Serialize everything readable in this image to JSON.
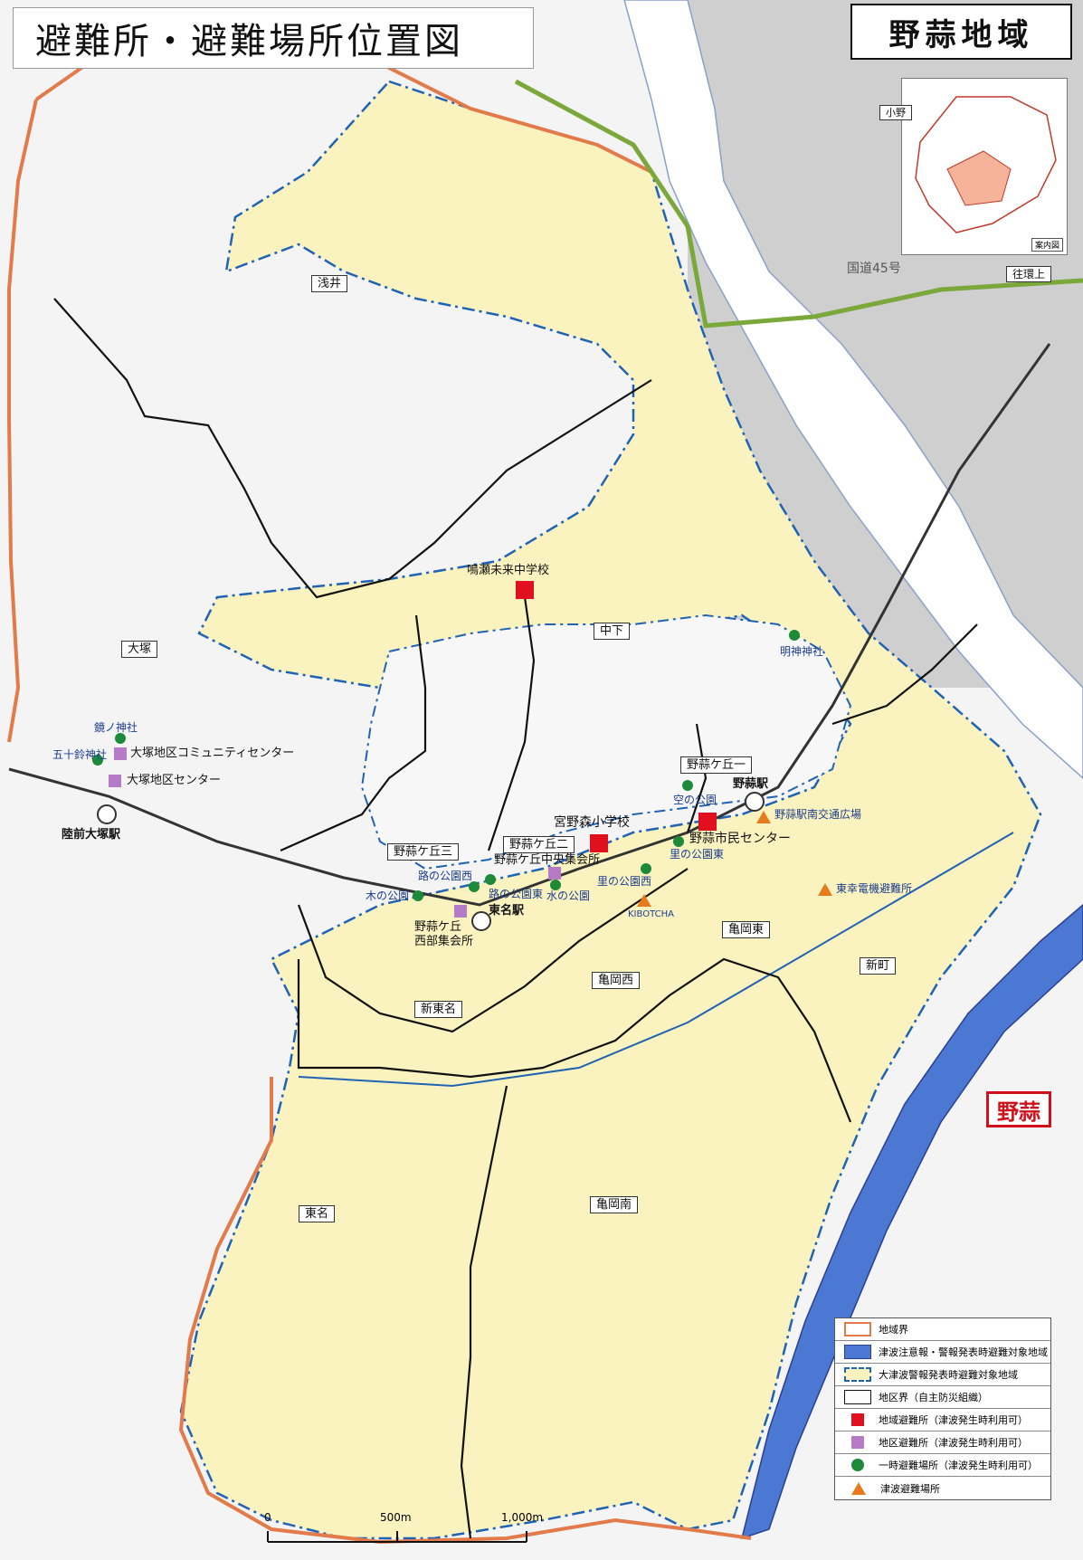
{
  "title": "避難所・避難場所位置図",
  "area_name": "野蒜地域",
  "inset": {
    "label": "案内図"
  },
  "area_tag": "野蒜",
  "map_labels": {
    "road": "国道45号",
    "top_right_1": "小野",
    "top_right_2": "往環上",
    "asai": "浅井",
    "otsuka": "大塚",
    "nakashita": "中下",
    "hill1": "野蒜ケ丘一",
    "hill2": "野蒜ケ丘二",
    "hill3": "野蒜ケ丘三",
    "kameoka_east": "亀岡東",
    "kameoka_west": "亀岡西",
    "kameoka_south": "亀岡南",
    "shin_tona": "新東名",
    "tona": "東名",
    "shinmachi": "新町"
  },
  "facilities": {
    "naruse_school": "鳴瀬未来中学校",
    "miyanomori_school": "宮野森小学校",
    "civic_center": "野蒜市民センター",
    "chuo_hall": "野蒜ケ丘中央集会所",
    "seibu_hall_1": "野蒜ケ丘",
    "seibu_hall_2": "西部集会所",
    "otsuka_community": "大塚地区コミュニティセンター",
    "otsuka_center": "大塚地区センター",
    "myojin": "明神神社",
    "kashima": "鏡ノ神社",
    "isuzu": "五十鈴神社",
    "sora_park": "空の公園",
    "sato_park_east": "里の公園東",
    "sato_park_west": "里の公園西",
    "michi_park_west": "路の公園西",
    "michi_park_east": "路の公園東",
    "mizu_park": "水の公園",
    "ki_park": "木の公園",
    "kibotcha": "KIBOTCHA",
    "station_plaza": "野蒜駅南交通広場",
    "toko_shelter": "東幸電機避難所"
  },
  "stations": {
    "nobiru": "野蒜駅",
    "tona": "東名駅",
    "rikuzen_otsuka": "陸前大塚駅"
  },
  "legend": [
    {
      "symbol": "region-border",
      "label": "地域界"
    },
    {
      "symbol": "tsunami-zone",
      "label": "津波注意報・警報発表時避難対象地域"
    },
    {
      "symbol": "major-tsunami-zone",
      "label": "大津波警報発表時避難対象地域"
    },
    {
      "symbol": "district-border",
      "label": "地区界（自主防災組織）"
    },
    {
      "symbol": "red-square",
      "label": "地域避難所（津波発生時利用可）"
    },
    {
      "symbol": "purple-square",
      "label": "地区避難所（津波発生時利用可）"
    },
    {
      "symbol": "green-dot",
      "label": "一時避難場所（津波発生時利用可）"
    },
    {
      "symbol": "orange-triangle",
      "label": "津波避難場所"
    }
  ],
  "scale": {
    "zero": "0",
    "mid": "500m",
    "end": "1,000m"
  },
  "colors": {
    "zone_fill": "#fbf3bf",
    "zone_border": "#1f63b4",
    "region_border": "#e27a4a",
    "tsunami_blue": "#4a78d2",
    "district_line": "#111111",
    "road_green": "#7aa83a",
    "river": "#ffffff",
    "urban": "#cfcfcf",
    "regional_shelter": "#e0101e",
    "district_shelter": "#b67bc6",
    "temporary_site": "#1d8a3a",
    "tsunami_site": "#e87a1e"
  }
}
